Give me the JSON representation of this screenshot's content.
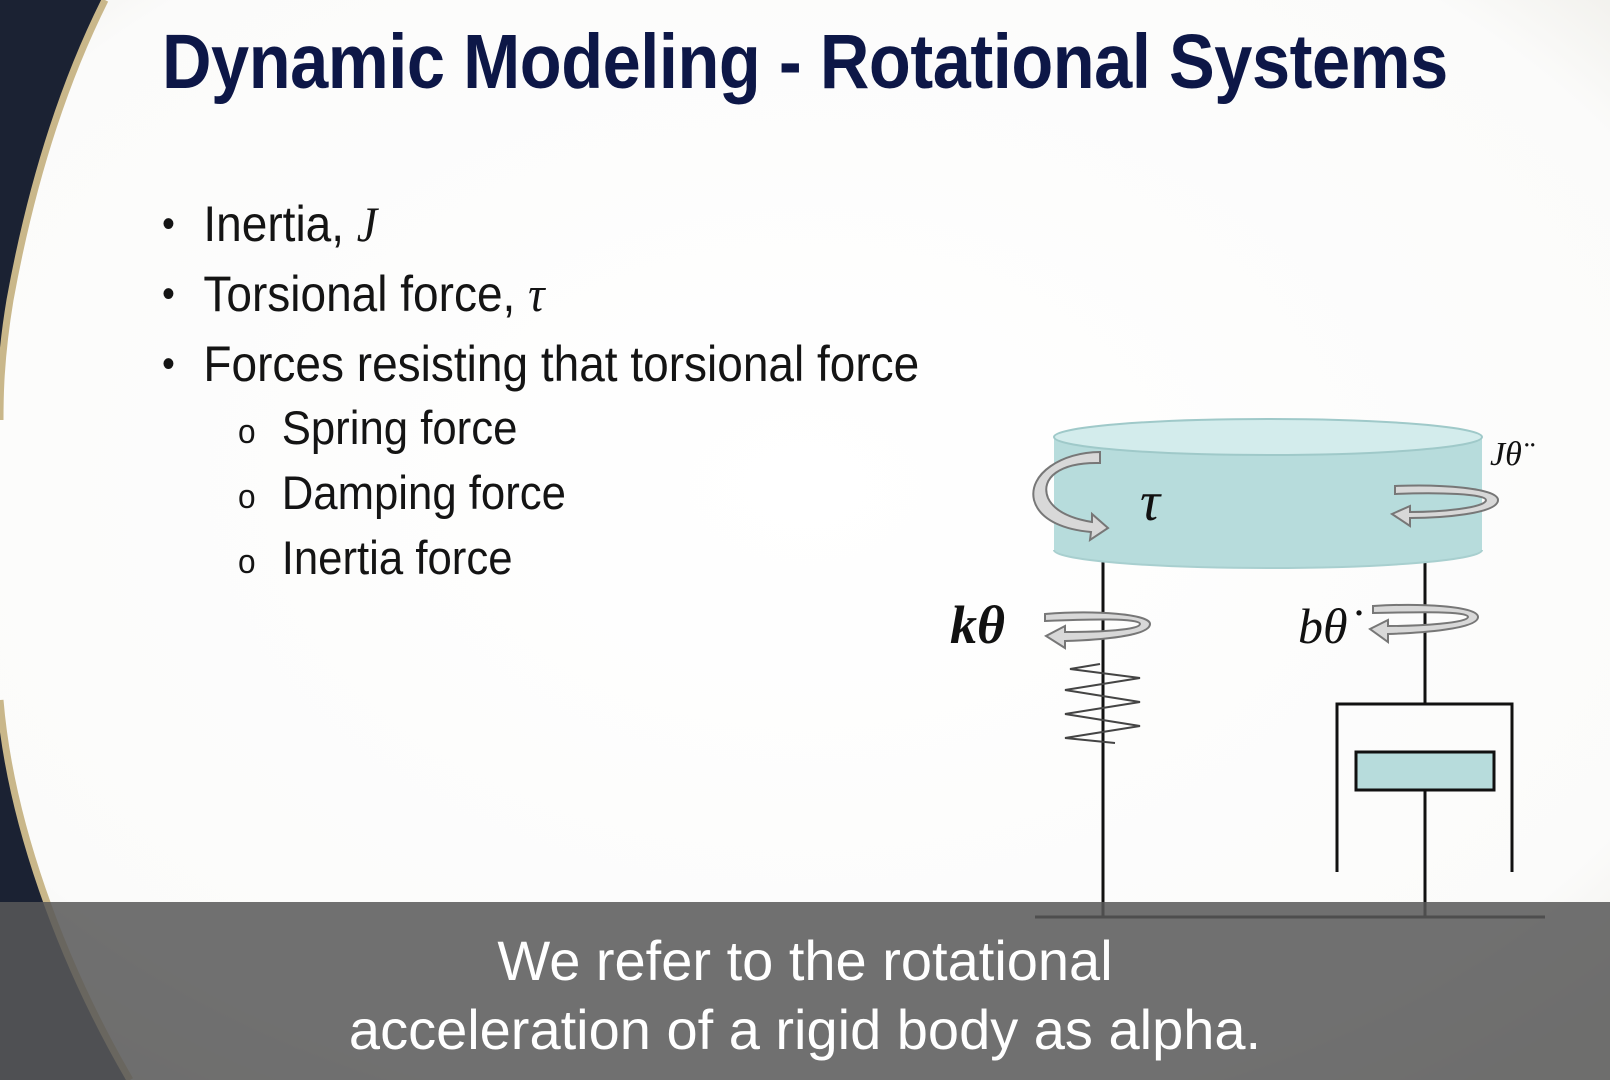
{
  "slide": {
    "title": "Dynamic Modeling - Rotational Systems",
    "bullets": [
      {
        "text": "Inertia, ",
        "symbol": "J"
      },
      {
        "text": "Torsional force, ",
        "symbol": "τ"
      },
      {
        "text": "Forces resisting that torsional force",
        "symbol": ""
      }
    ],
    "sub_bullet_marker": "o",
    "sub_bullets": [
      "Spring force",
      "Damping force",
      "Inertia force"
    ]
  },
  "diagram": {
    "labels": {
      "torque": "τ",
      "inertia_term": "Jθ̈",
      "spring_term": "kθ",
      "damping_term": "bθ̇"
    },
    "colors": {
      "disk_fill": "#b7dcdc",
      "disk_top": "#d3ecec",
      "piston_fill": "#b7dcdc",
      "arrow_fill": "#d8d8d8",
      "line": "#111111"
    }
  },
  "caption": {
    "lines": [
      "We refer to the rotational",
      "acceleration of a rigid body as alpha."
    ]
  },
  "colors": {
    "title": "#0d1747",
    "frame_gold": "#c9b78a",
    "frame_dark": "#1b2233",
    "caption_bg": "#585858"
  }
}
